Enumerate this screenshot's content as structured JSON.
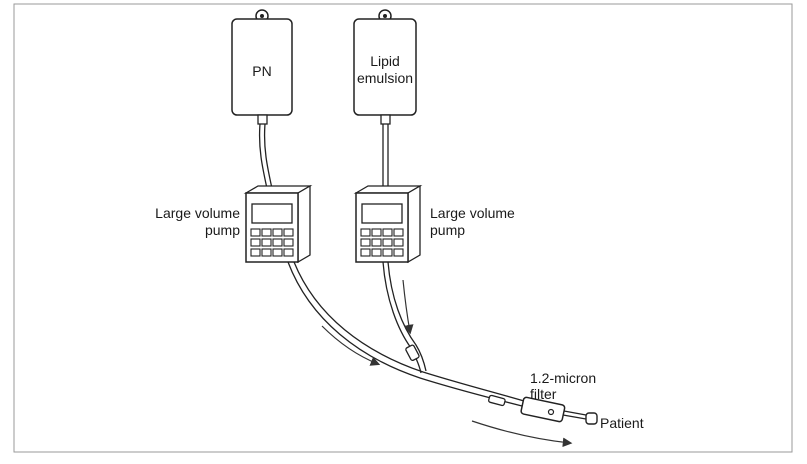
{
  "bags": [
    {
      "lines": [
        "PN"
      ]
    },
    {
      "lines": [
        "Lipid",
        "emulsion"
      ]
    }
  ],
  "pumps": [
    {
      "lines": [
        "Large volume",
        "pump"
      ]
    },
    {
      "lines": [
        "Large volume",
        "pump"
      ]
    }
  ],
  "filter": {
    "lines": [
      "1.2-micron",
      "filter"
    ]
  },
  "patient": {
    "label": "Patient"
  },
  "colors": {
    "stroke": "#222222",
    "border": "#9a9a9a"
  }
}
